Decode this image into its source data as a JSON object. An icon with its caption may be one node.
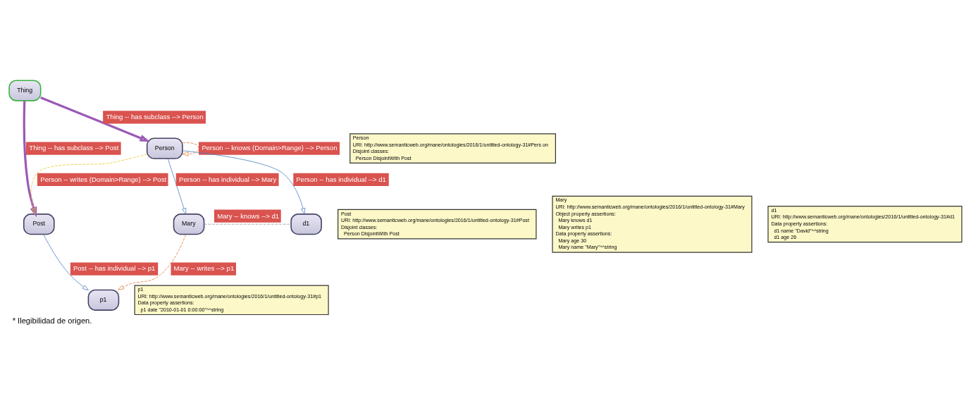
{
  "diagram": {
    "caption": "* Ilegibilidad de origen.",
    "nodes": [
      {
        "text": [
          "Post"
        ]
      },
      {
        "text": [
          "Post",
          "URI: http://www.semanticweb.org/mane/ontologies/2016/1/untitled-ontology-31#Post",
          "Disjoint classes:",
          "Person DisjointWith Post"
        ]
      },
      {
        "text": [
          "Thing"
        ]
      },
      {
        "text": [
          "p1"
        ]
      },
      {
        "text": [
          "p1",
          "URI: http://www.semanticweb.org/mane/ontologies/2016/1/untitled-ontology-31#p1",
          "Data property assertions:",
          "p1 date \"2010-01-01 0:00:00\"^^string"
        ]
      },
      {
        "text": [
          "Person",
          "URI: http://www.semanticweb.org/mane/ontologies/2016/1/untitled-ontology-31#Pers on",
          "Disjoint classes:",
          "Person DisjointWith Post"
        ]
      },
      {
        "text": [
          "Person"
        ]
      },
      {
        "text": [
          "Mary"
        ]
      },
      {
        "text": [
          "Mary",
          "URI: http://www.semanticweb.org/mane/ontologies/2016/1/untitled-ontology-31#Mary",
          "Object property assertions:",
          "Mary knows d1",
          "Mary writes p1",
          "Data property assertions:",
          "Mary age 30",
          "Mary name \"Mary\"^^string"
        ]
      },
      {
        "text": [
          "d1"
        ]
      },
      {
        "text": [
          "d1",
          "URI: http://www.semanticweb.org/mane/ontologies/2016/1/untitled-ontology-31#d1",
          "Data property assertions:",
          "d1 name \"David\"^^string",
          "d1 age 26"
        ]
      }
    ],
    "edges": [
      {
        "from": 2,
        "to": 0,
        "arrow": "to",
        "label": "Thing -- has subclass --> Post",
        "style": "thick",
        "color": "#9b59b6"
      },
      {
        "from": 0,
        "to": 3,
        "arrow": "to",
        "label": "Post -- has individual --> p1"
      },
      {
        "from": 2,
        "to": 6,
        "arrow": "to",
        "label": "Thing -- has subclass --> Person",
        "style": "thick",
        "color": "#9b59b6"
      },
      {
        "from": 6,
        "to": 0,
        "arrow": "to",
        "label": "Person -- writes (Domain>Range) --> Post",
        "style": "dashed",
        "color": "#e8c829"
      },
      {
        "from": 6,
        "to": 6,
        "arrow": "to",
        "label": "Person -- knows (Domain>Range) --> Person",
        "style": "dashed",
        "color": "#e07b39"
      },
      {
        "from": 7,
        "to": 3,
        "arrow": "to",
        "label": "Mary -- writes --> p1",
        "style": "dashed",
        "color": "#e07b39"
      },
      {
        "from": 6,
        "to": 7,
        "arrow": "to",
        "label": "Person -- has individual --> Mary"
      },
      {
        "from": 6,
        "to": 9,
        "arrow": "to",
        "label": "Person -- has individual --> d1"
      },
      {
        "from": 7,
        "to": 9,
        "arrow": "none",
        "label": "Mary -- knows --> d1",
        "style": "dashed",
        "color": "#999999"
      }
    ]
  }
}
